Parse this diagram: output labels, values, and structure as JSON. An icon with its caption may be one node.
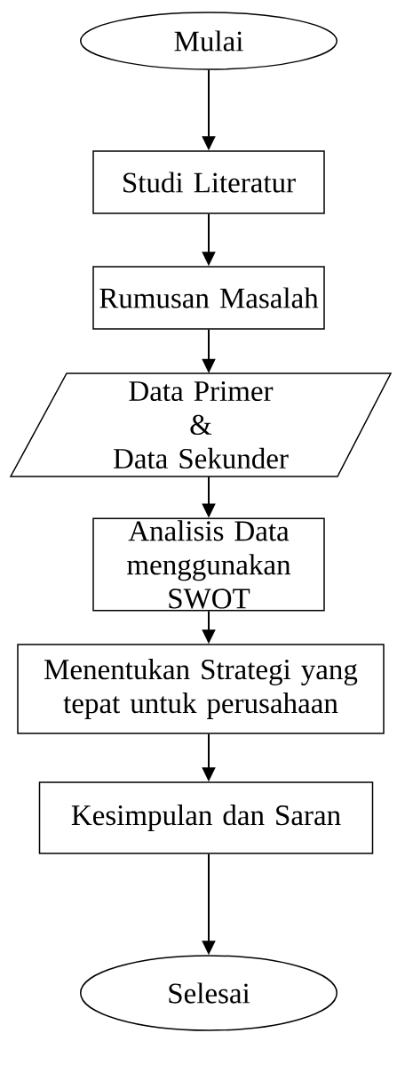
{
  "diagram": {
    "nodes": [
      {
        "text": [
          "Mulai"
        ]
      },
      {
        "text": [
          "Studi Literatur"
        ]
      },
      {
        "text": [
          "Rumusan Masalah"
        ]
      },
      {
        "text": [
          "Data Primer",
          "&",
          "Data Sekunder"
        ]
      },
      {
        "text": [
          "Analisis Data menggunakan SWOT"
        ]
      },
      {
        "text": [
          "Menentukan Strategi yang tepat untuk perusahaan"
        ]
      },
      {
        "text": [
          "Kesimpulan dan Saran"
        ]
      },
      {
        "text": [
          "Selesai"
        ]
      }
    ],
    "edges": [
      {
        "from": 0,
        "to": 1,
        "arrow": "to"
      },
      {
        "from": 1,
        "to": 2,
        "arrow": "to"
      },
      {
        "from": 2,
        "to": 3,
        "arrow": "to"
      },
      {
        "from": 3,
        "to": 4,
        "arrow": "to"
      },
      {
        "from": 4,
        "to": 5,
        "arrow": "to"
      },
      {
        "from": 5,
        "to": 6,
        "arrow": "to"
      },
      {
        "from": 6,
        "to": 7,
        "arrow": "to"
      }
    ]
  }
}
